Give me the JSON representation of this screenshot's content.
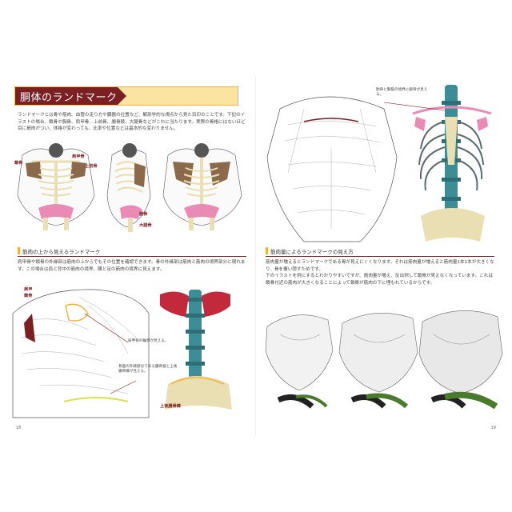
{
  "left_page": {
    "title": "胴体のランドマーク",
    "intro": "ランドマークとは骨や筋肉、血管の走り方や臓器の位置など、解剖学的な視点から見た目印のことです。下記のイラストの場合、鎖骨や胸骨、肩甲骨、上前骨、腸骨稜、大腿骨などがこれに当たります。実際の骨格にはないほど目に筋肉がつい、体格が変わっても、比率や位置などは基本的な変わりません。",
    "labels": {
      "clavicle": "鎖骨",
      "scapula": "肩甲骨",
      "sternum": "上前骨",
      "ilium": "腸骨",
      "femur": "大腿骨"
    },
    "section_title": "筋肉の上から見えるランドマーク",
    "section_text": "肩甲骨や鎖骨の外縁部は筋肉の上からでもその位置を確認できます。骨の外縁部は筋肉と筋肉の境界部分に現れます。この場合は肩と背中の筋肉の境界、腰と足の筋肉の境界に見えます。",
    "callouts": {
      "spine_label": "肩甲",
      "spine_label2": "棘骨",
      "scapula_note": "肩甲骨の輪郭が見える。",
      "pelvis_note": "骨盤の外縁部分である腸骨稜と上後腸骨棘が見える。",
      "pelvis_label": "上後腸骨棘"
    },
    "page_number": "18"
  },
  "right_page": {
    "rib_note": "肋骨と胸筋の境界に鎖骨が見える。",
    "section_title": "筋肉量によるランドマークの見え方",
    "section_text": "筋肉量が増えるとランドマークである骨が見えにくくなります。それは筋肉量が増えると筋肉量1本1本が大きくなり、骨を覆い隠すためです。\n下のイラストを例にするとわかりやすいですが、筋肉量が増え、反出例して鎖骨が見えなくなっています。これは鎖骨付近の筋肉が大きくなることによって鎖骨が筋肉の下に埋もれているからです。",
    "page_number": "19"
  },
  "colors": {
    "title_dark": "#7b1f22",
    "title_light": "#fbe3a2",
    "accent_yellow": "#f3b233",
    "bone": "#e9dfb2",
    "scapula": "#8a6a4a",
    "pelvis_pink": "#e98bb5",
    "spine_teal": "#3d8d96",
    "muscle_red": "#c2293b",
    "green": "#4a7a2c"
  }
}
